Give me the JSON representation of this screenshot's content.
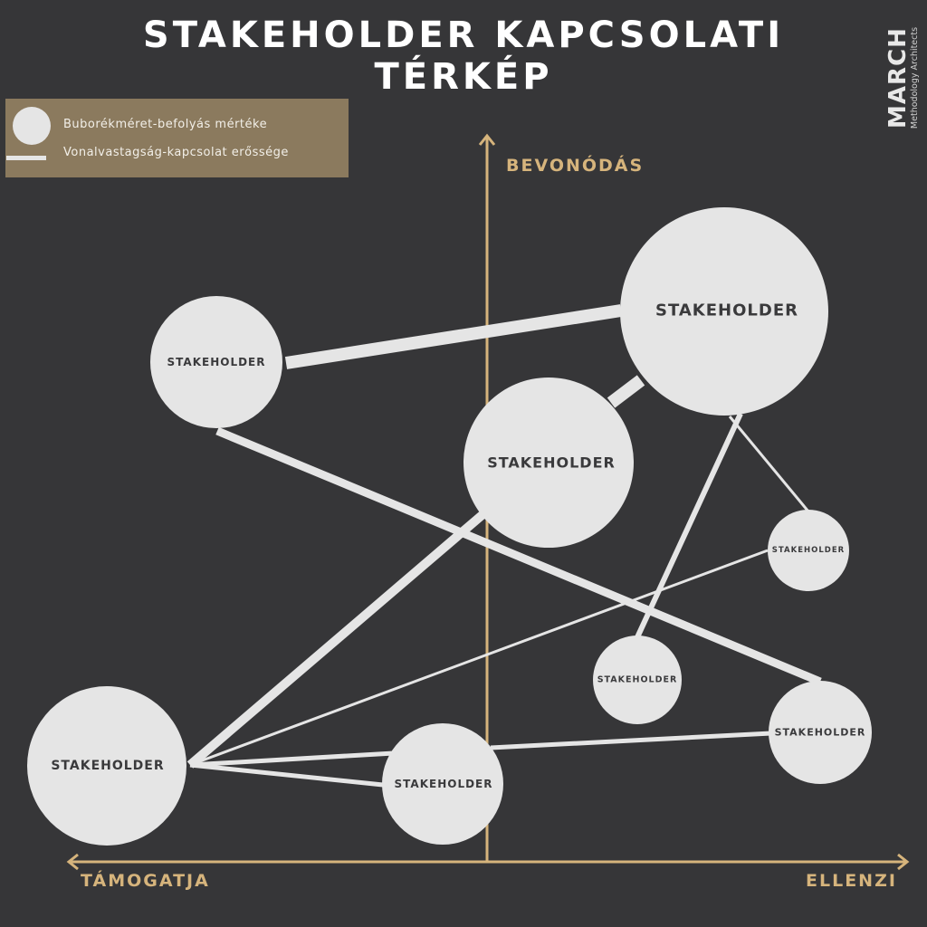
{
  "title": {
    "line1": "STAKEHOLDER KAPCSOLATI",
    "line2": "TÉRKÉP"
  },
  "legend": {
    "size_label": "Buborékméret-befolyás mértéke",
    "line_label": "Vonalvastagság-kapcsolat erőssége"
  },
  "brand": {
    "name": "MARCH",
    "tagline": "Methodology Architects"
  },
  "axes": {
    "y_label": "BEVONÓDÁS",
    "x_left_label": "TÁMOGATJA",
    "x_right_label": "ELLENZI"
  },
  "colors": {
    "background": "#363638",
    "axis": "#d6b47c",
    "bubble": "#e5e5e5",
    "legend_bg": "#8b7a5e",
    "label_text": "#3a3a3c"
  },
  "stakeholders": [
    {
      "id": "s1",
      "label": "STAKEHOLDER"
    },
    {
      "id": "s2",
      "label": "STAKEHOLDER"
    },
    {
      "id": "s3",
      "label": "STAKEHOLDER"
    },
    {
      "id": "s4",
      "label": "STAKEHOLDER"
    },
    {
      "id": "s5",
      "label": "STAKEHOLDER"
    },
    {
      "id": "s6",
      "label": "STAKEHOLDER"
    },
    {
      "id": "s7",
      "label": "STAKEHOLDER"
    },
    {
      "id": "s8",
      "label": "STAKEHOLDER"
    }
  ]
}
